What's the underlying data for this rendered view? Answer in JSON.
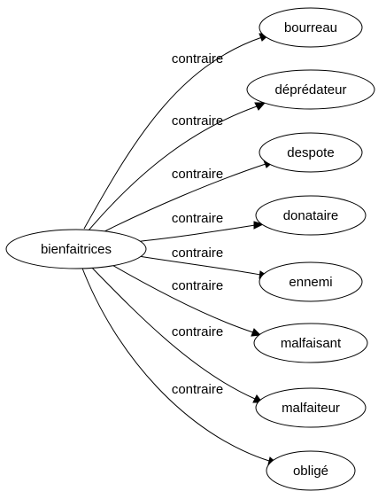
{
  "diagram": {
    "center": {
      "label": "bienfaitrices"
    },
    "targets": [
      {
        "label": "bourreau",
        "relation": "contraire"
      },
      {
        "label": "déprédateur",
        "relation": "contraire"
      },
      {
        "label": "despote",
        "relation": "contraire"
      },
      {
        "label": "donataire",
        "relation": "contraire"
      },
      {
        "label": "ennemi",
        "relation": "contraire"
      },
      {
        "label": "malfaisant",
        "relation": "contraire"
      },
      {
        "label": "malfaiteur",
        "relation": "contraire"
      },
      {
        "label": "obligé",
        "relation": "contraire"
      }
    ]
  }
}
